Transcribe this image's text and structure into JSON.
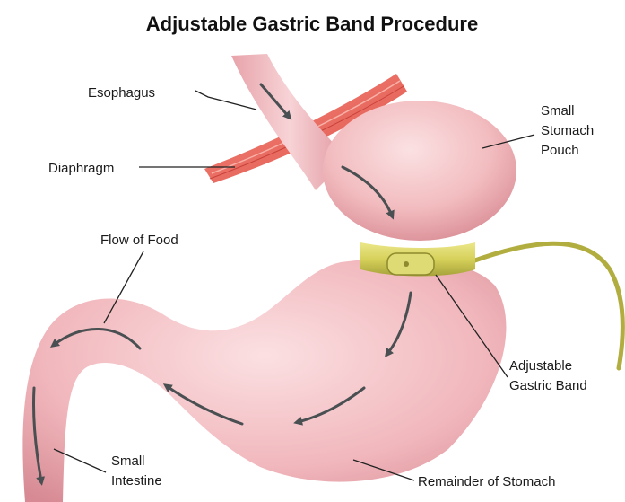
{
  "title": "Adjustable Gastric Band Procedure",
  "labels": {
    "esophagus": "Esophagus",
    "diaphragm": "Diaphragm",
    "pouch_line1": "Small",
    "pouch_line2": "Stomach",
    "pouch_line3": "Pouch",
    "flow": "Flow of Food",
    "band_line1": "Adjustable",
    "band_line2": "Gastric Band",
    "intestine_line1": "Small",
    "intestine_line2": "Intestine",
    "remainder": "Remainder of Stomach"
  },
  "colors": {
    "tissue": "#f2bcbf",
    "tissue_dark": "#dd8f97",
    "diaphragm": "#ec6a60",
    "band": "#d6d15a",
    "band_dark": "#a6a23a",
    "arrow": "#4a4f52"
  }
}
